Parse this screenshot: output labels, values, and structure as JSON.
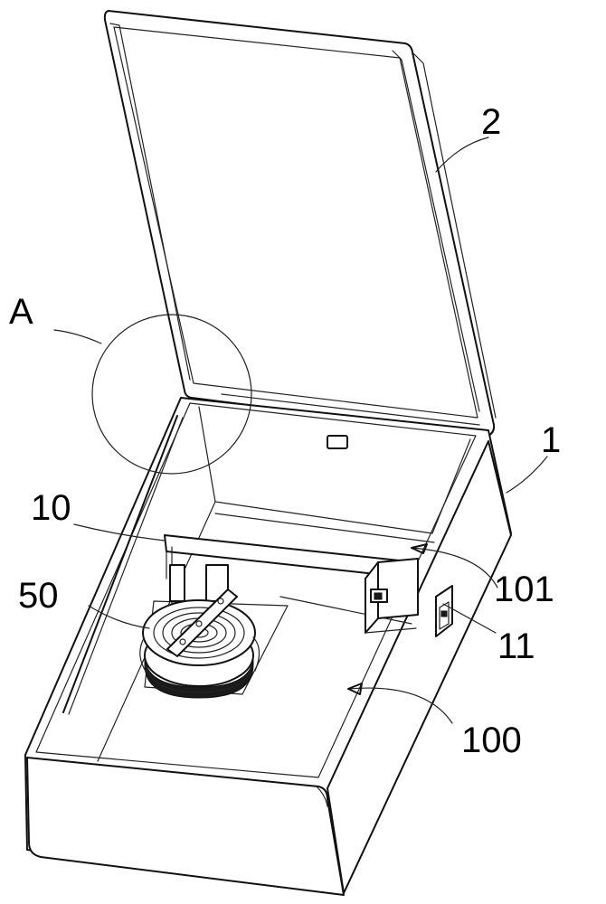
{
  "labels": {
    "lid": "2",
    "detail": "A",
    "housing": "1",
    "partition": "10",
    "module": "50",
    "upper_cavity": "101",
    "window": "11",
    "lower_cavity": "100"
  }
}
